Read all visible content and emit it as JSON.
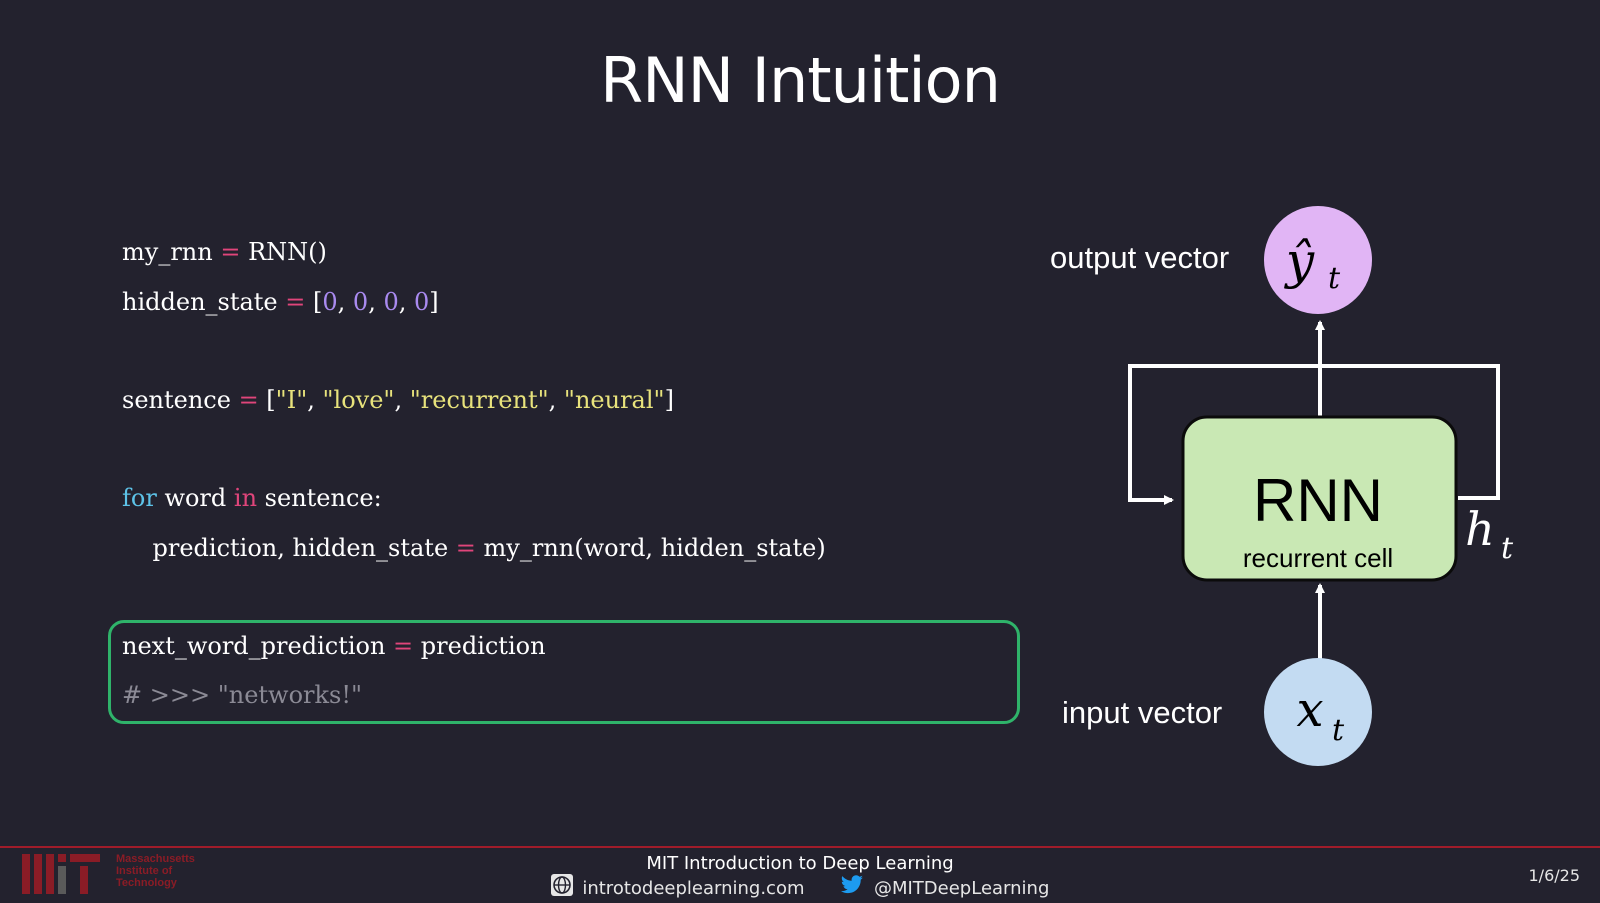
{
  "slide": {
    "title": "RNN Intuition"
  },
  "code": {
    "line1": {
      "a": "my_rnn ",
      "op": "=",
      "b": " RNN()"
    },
    "line2": {
      "a": "hidden_state ",
      "op": "=",
      "b": " [",
      "n1": "0",
      "c1": ", ",
      "n2": "0",
      "c2": ", ",
      "n3": "0",
      "c3": ", ",
      "n4": "0",
      "end": "]"
    },
    "line3": {
      "a": "sentence ",
      "op": "=",
      "b": " [",
      "s1": "\"I\"",
      "c1": ", ",
      "s2": "\"love\"",
      "c2": ", ",
      "s3": "\"recurrent\"",
      "c3": ", ",
      "s4": "\"neural\"",
      "end": "]"
    },
    "line4": {
      "kw_for": "for",
      "a": " word ",
      "kw_in": "in",
      "b": " sentence:"
    },
    "line5": {
      "a": "    prediction, hidden_state ",
      "op": "=",
      "b": " my_rnn(word, hidden_state)"
    },
    "line6": {
      "a": "next_word_prediction ",
      "op": "=",
      "b": " prediction"
    },
    "line7": {
      "comment": "# >>> \"networks!\""
    }
  },
  "diagram": {
    "output_label": "output vector",
    "input_label": "input vector",
    "cell_title": "RNN",
    "cell_subtitle": "recurrent cell",
    "output_symbol": "ŷ",
    "input_symbol": "x",
    "hidden_symbol": "h",
    "subscript": "t"
  },
  "footer": {
    "course": "MIT Introduction to Deep Learning",
    "website": "introtodeeplearning.com",
    "twitter": "@MITDeepLearning",
    "date": "1/6/25",
    "institution_line1": "Massachusetts",
    "institution_line2": "Institute of",
    "institution_line3": "Technology"
  },
  "colors": {
    "background": "#23222e",
    "operator": "#e0457b",
    "number": "#a98af0",
    "string": "#e8e37c",
    "keyword_for": "#5dc3e8",
    "comment": "#8b8a95",
    "highlight_box": "#2fb36a",
    "rnn_cell": "#c9e8b4",
    "output_circle": "#e1b5f5",
    "input_circle": "#c3dbf2",
    "footer_red": "#a01c2a"
  },
  "icons": [
    "globe-icon",
    "twitter-icon",
    "mit-logo"
  ]
}
